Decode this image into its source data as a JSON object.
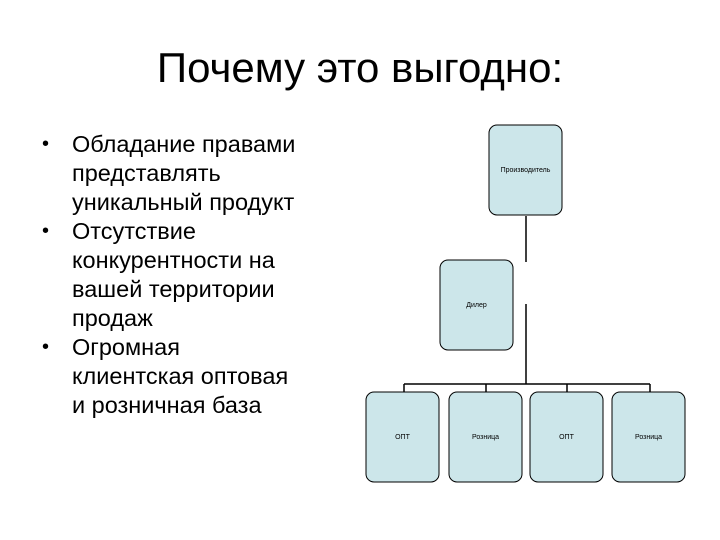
{
  "slide": {
    "title": "Почему это выгодно:",
    "bullets": [
      [
        "Обладание правами",
        "представлять",
        "уникальный продукт"
      ],
      [
        "Отсутствие",
        "конкурентности на",
        "вашей территории",
        "продаж"
      ],
      [
        "Огромная",
        "клиентская оптовая",
        "и розничная база"
      ]
    ]
  },
  "org_chart": {
    "colors": {
      "node_fill": "#cce6ea",
      "node_stroke": "#000000",
      "connector": "#000000"
    },
    "nodes": {
      "producer": "Производитель",
      "dealer": "Дилер",
      "outlet_1": "ОПТ",
      "outlet_2": "Розница",
      "outlet_3": "ОПТ",
      "outlet_4": "Розница"
    }
  }
}
